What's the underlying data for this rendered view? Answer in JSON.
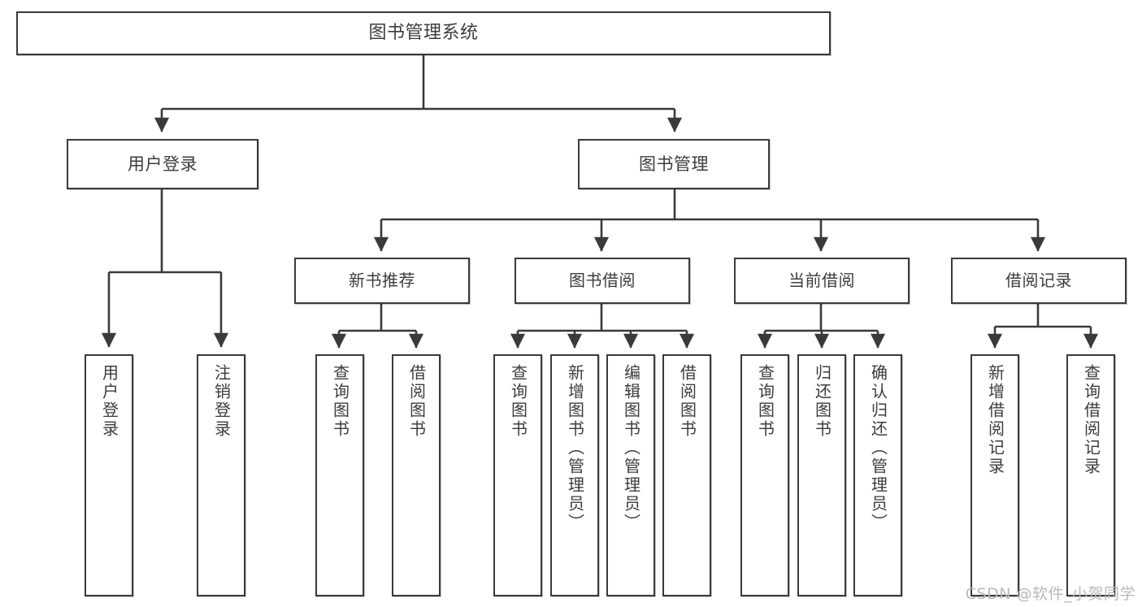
{
  "diagram": {
    "type": "tree",
    "title": "图书管理系统",
    "watermark": "CSDN @软件_小贺同学",
    "colors": {
      "box_border": "#3a3a3a",
      "box_fill": "#ffffff",
      "text": "#3c3c3c",
      "connector": "#3a3a3a",
      "watermark": "#b9b9b9"
    },
    "root": {
      "label": "图书管理系统"
    },
    "level1": [
      {
        "label": "用户登录"
      },
      {
        "label": "图书管理"
      }
    ],
    "level2": [
      {
        "label": "新书推荐"
      },
      {
        "label": "图书借阅"
      },
      {
        "label": "当前借阅"
      },
      {
        "label": "借阅记录"
      }
    ],
    "leaves": {
      "user_login": [
        {
          "label": "用户登录"
        },
        {
          "label": "注销登录"
        }
      ],
      "new_book_recommend": [
        {
          "label": "查询图书"
        },
        {
          "label": "借阅图书"
        }
      ],
      "book_borrow": [
        {
          "label": "查询图书"
        },
        {
          "label": "新增图书（管理员）"
        },
        {
          "label": "编辑图书（管理员）"
        },
        {
          "label": "借阅图书"
        }
      ],
      "current_borrow": [
        {
          "label": "查询图书"
        },
        {
          "label": "归还图书"
        },
        {
          "label": "确认归还（管理员）"
        }
      ],
      "borrow_record": [
        {
          "label": "新增借阅记录"
        },
        {
          "label": "查询借阅记录"
        }
      ]
    }
  }
}
